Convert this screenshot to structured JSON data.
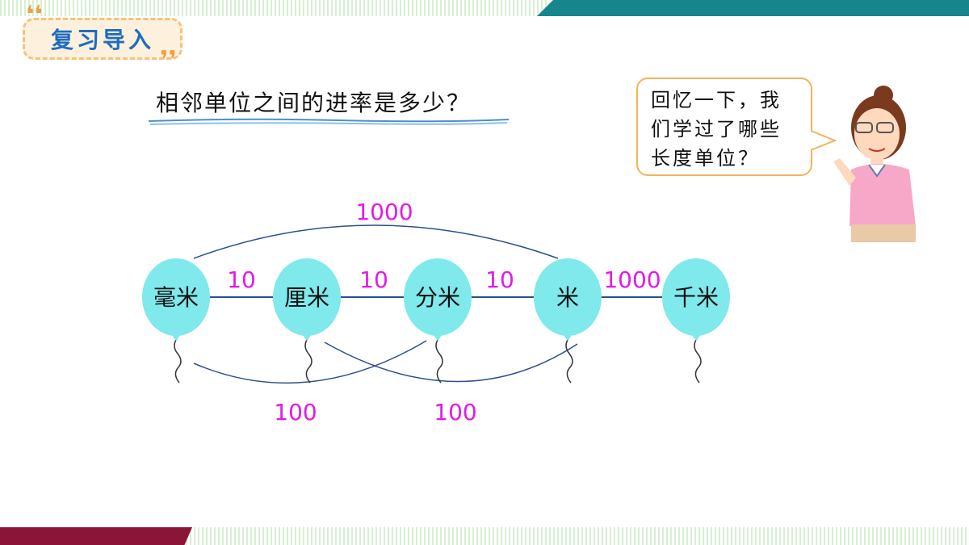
{
  "header": {
    "section_title": "复习导入"
  },
  "question": "相邻单位之间的进率是多少？",
  "speech_bubble": {
    "lines": [
      "回忆一下，我",
      "们学过了哪些",
      "长度单位？"
    ]
  },
  "units": [
    "毫米",
    "厘米",
    "分米",
    "米",
    "千米"
  ],
  "rates": {
    "adjacent": [
      "10",
      "10",
      "10",
      "1000"
    ],
    "mm_to_m": "1000",
    "mm_to_dm": "100",
    "cm_to_m": "100"
  },
  "colors": {
    "balloon": "#7fe9ec",
    "rate_text": "#e21ae8",
    "line": "#2b4f8f",
    "title": "#1f6dbf"
  }
}
